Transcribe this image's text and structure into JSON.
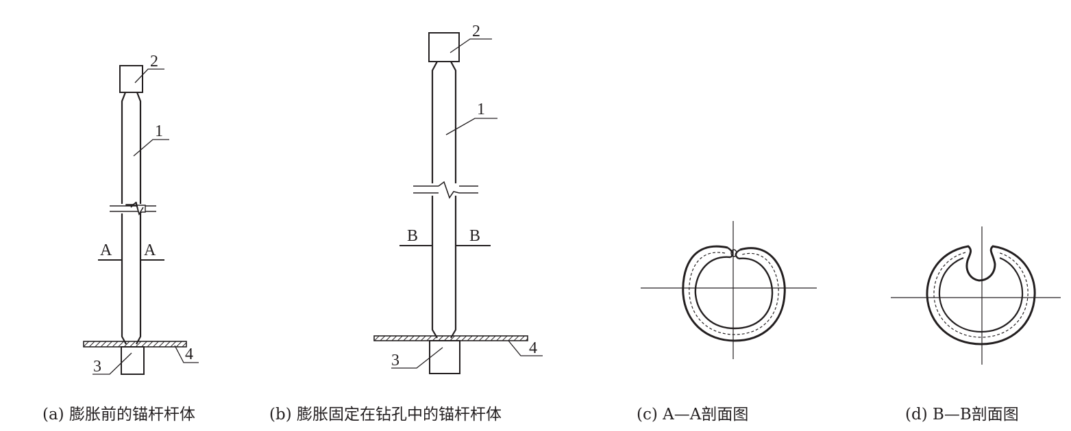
{
  "panels": [
    {
      "id": "a",
      "caption": "(a) 膨胀前的锚杆杆体",
      "callouts": [
        "1",
        "2",
        "3",
        "4"
      ],
      "section_mark": "A"
    },
    {
      "id": "b",
      "caption": "(b) 膨胀固定在钻孔中的锚杆杆体",
      "callouts": [
        "1",
        "2",
        "3",
        "4"
      ],
      "section_mark": "B"
    },
    {
      "id": "c",
      "caption": "(c) A—A剖面图"
    },
    {
      "id": "d",
      "caption": "(d) B—B剖面图"
    }
  ],
  "colors": {
    "ink": "#231f20",
    "background": "#ffffff"
  }
}
